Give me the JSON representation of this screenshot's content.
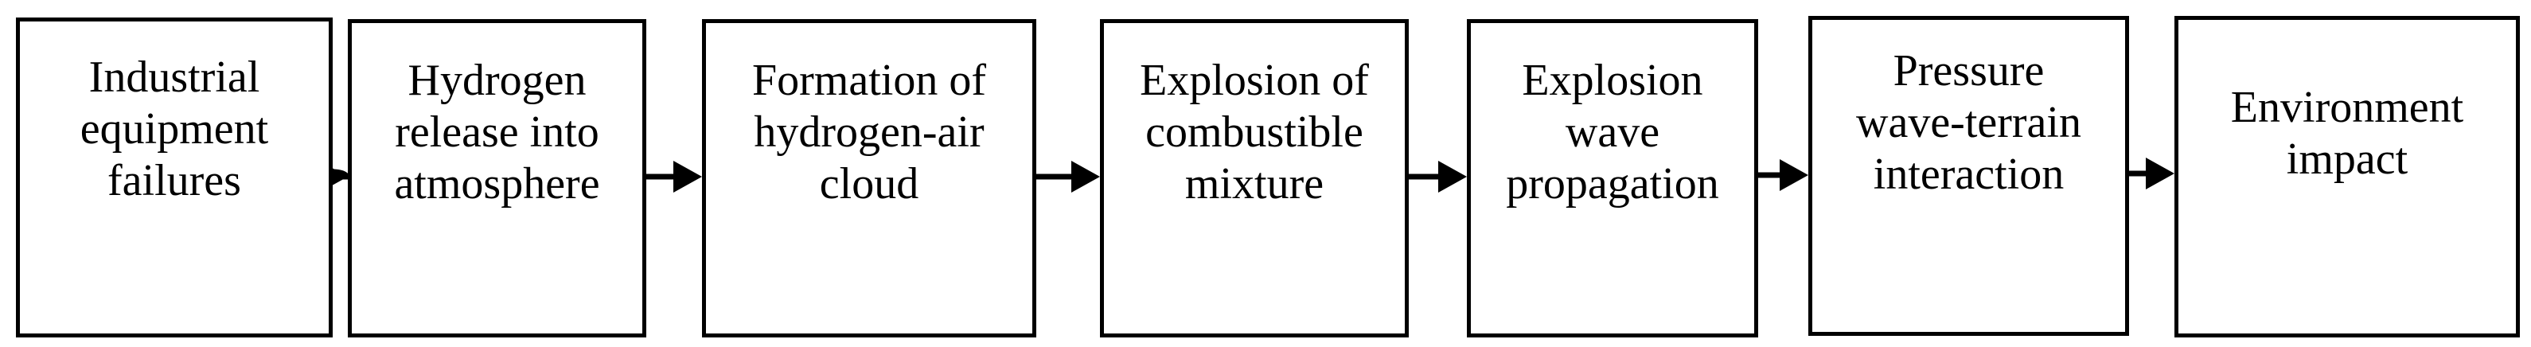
{
  "diagram": {
    "steps": [
      {
        "label": "Industrial\nequipment\nfailures"
      },
      {
        "label": "Hydrogen\nrelease into\natmosphere"
      },
      {
        "label": "Formation of\nhydrogen-air\ncloud"
      },
      {
        "label": "Explosion of\ncombustible\nmixture"
      },
      {
        "label": "Explosion\nwave\npropagation"
      },
      {
        "label": "Pressure\nwave-terrain\ninteraction"
      },
      {
        "label": "Environment\nimpact"
      }
    ]
  }
}
